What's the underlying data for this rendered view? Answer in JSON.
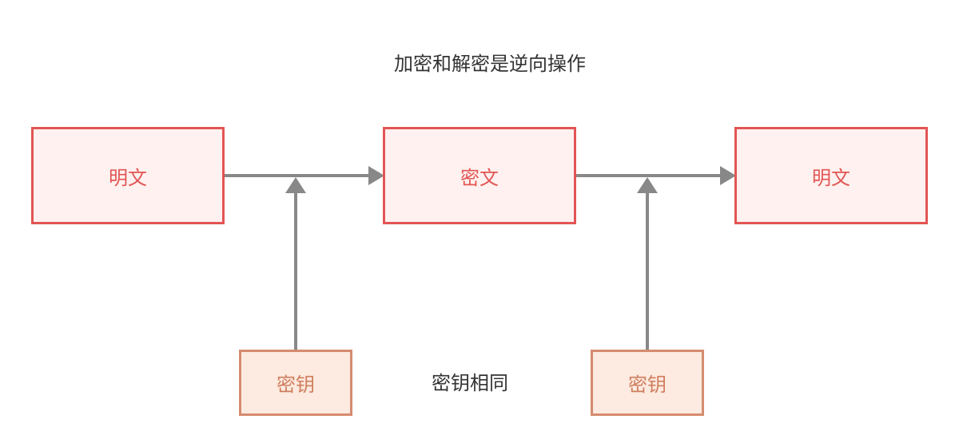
{
  "diagram": {
    "title": "加密和解密是逆向操作",
    "note": "密钥相同",
    "nodes": {
      "plaintext_left": "明文",
      "ciphertext": "密文",
      "plaintext_right": "明文",
      "key_left": "密钥",
      "key_right": "密钥"
    }
  },
  "colors": {
    "text_box_border": "#e25554",
    "text_box_fill": "#fef1ef",
    "key_box_border": "#d58b6e",
    "key_box_fill": "#fdeae0",
    "arrow": "#888888",
    "caption": "#333333"
  }
}
